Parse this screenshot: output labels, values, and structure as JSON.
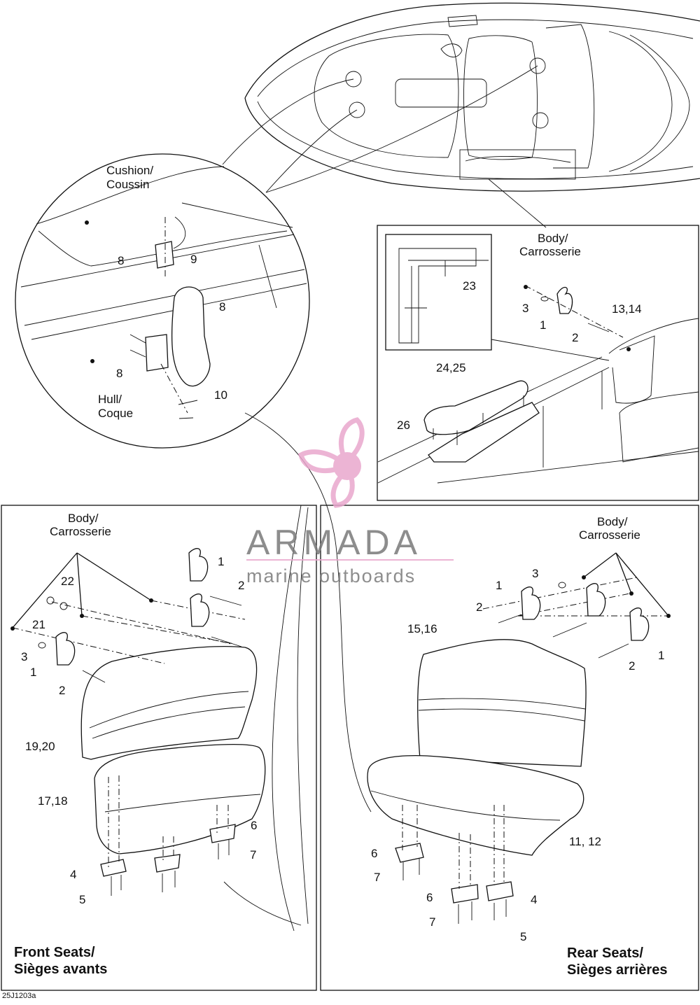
{
  "labels": {
    "cushion": "Cushion/\nCoussin",
    "hull": "Hull/\nCoque",
    "body_detail": "Body/\nCarrosserie",
    "body_front": "Body/\nCarrosserie",
    "body_rear": "Body/\nCarrosserie"
  },
  "callouts": {
    "hinge": [
      "8",
      "9",
      "8",
      "8",
      "10"
    ],
    "rail": [
      "23",
      "3",
      "1",
      "2",
      "13,14",
      "24,25",
      "26"
    ],
    "front": [
      "1",
      "2",
      "22",
      "21",
      "3",
      "1",
      "2",
      "19,20",
      "17,18",
      "6",
      "7",
      "4",
      "5"
    ],
    "rear": [
      "3",
      "1",
      "2",
      "15,16",
      "1",
      "2",
      "11, 12",
      "6",
      "7",
      "6",
      "7",
      "4",
      "5"
    ]
  },
  "titles": {
    "front": "Front Seats/\nSièges avants",
    "rear": "Rear Seats/\nSièges arrières"
  },
  "watermark": {
    "name": "ARMADA",
    "tagline": "marine outboards",
    "accent_color": "#e9a7cd",
    "gray_color": "#7a7a7a"
  },
  "reference_code": "25J1203a"
}
